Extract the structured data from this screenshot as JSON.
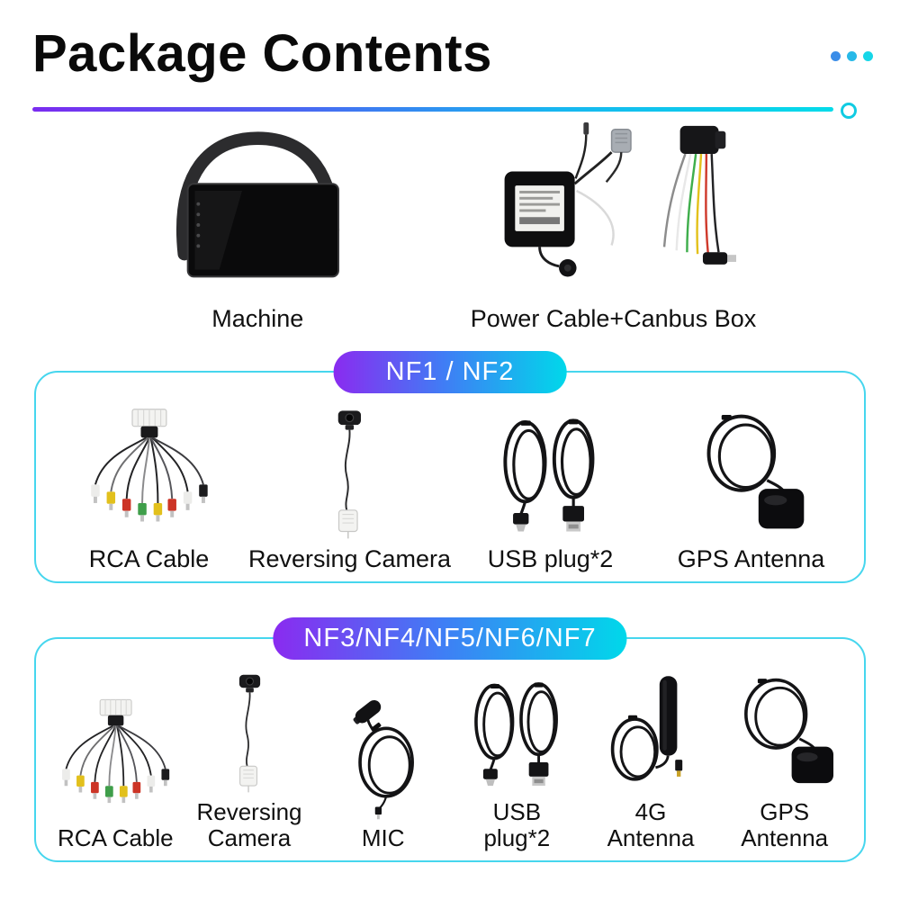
{
  "header": {
    "title": "Package Contents"
  },
  "top_items": [
    {
      "label": "Machine",
      "icon": "machine-image"
    },
    {
      "label": "Power Cable+Canbus Box",
      "icon": "power-cable-canbus-image"
    }
  ],
  "sections": [
    {
      "badge": "NF1 / NF2",
      "items": [
        {
          "label": "RCA Cable",
          "icon": "rca-cable-image"
        },
        {
          "label": "Reversing Camera",
          "icon": "reversing-camera-image"
        },
        {
          "label": "USB plug*2",
          "icon": "usb-plug-image"
        },
        {
          "label": "GPS Antenna",
          "icon": "gps-antenna-image"
        }
      ]
    },
    {
      "badge": "NF3/NF4/NF5/NF6/NF7",
      "items": [
        {
          "label": "RCA Cable",
          "icon": "rca-cable-image"
        },
        {
          "label": "Reversing Camera",
          "icon": "reversing-camera-image"
        },
        {
          "label": "MIC",
          "icon": "mic-image"
        },
        {
          "label": "USB plug*2",
          "icon": "usb-plug-image"
        },
        {
          "label": "4G Antenna",
          "icon": "4g-antenna-image"
        },
        {
          "label": "GPS Antenna",
          "icon": "gps-antenna-image"
        }
      ]
    }
  ],
  "colors": {
    "accent_purple": "#8a2bf0",
    "accent_blue": "#3f7ef5",
    "accent_cyan": "#00d8ea",
    "box_border": "#46d6ee",
    "title_text": "#0a0a0a",
    "badge_text": "#ffffff"
  }
}
